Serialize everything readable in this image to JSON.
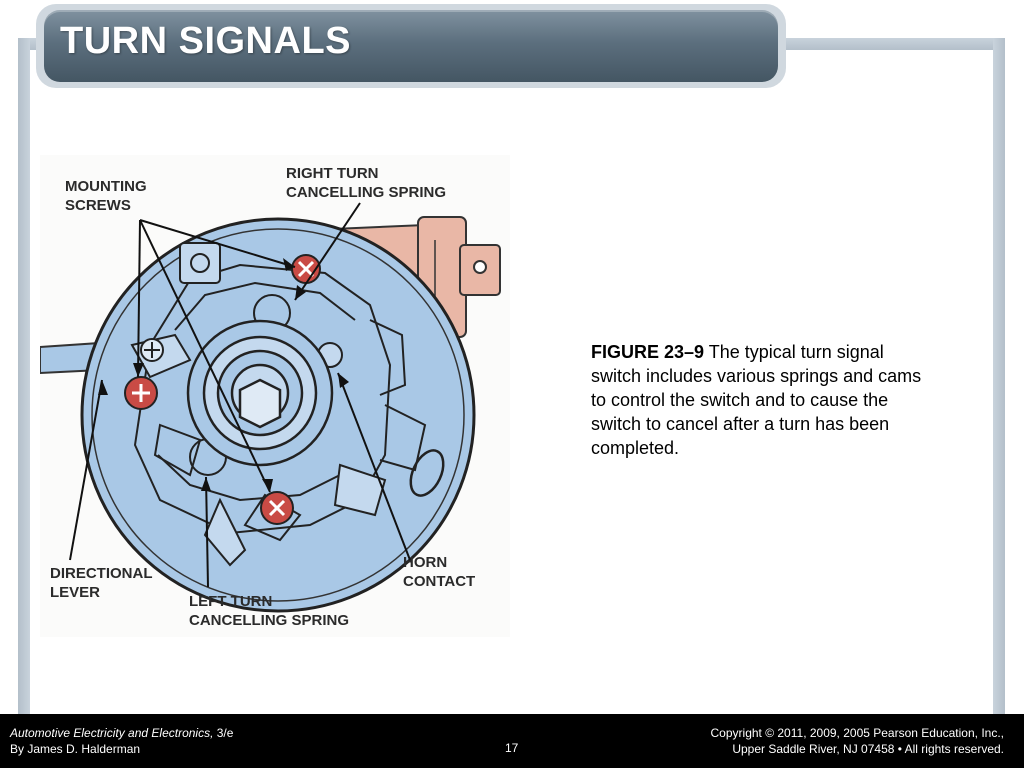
{
  "slide": {
    "title": "TURN SIGNALS"
  },
  "figure": {
    "labels": {
      "mounting_screws": "MOUNTING\nSCREWS",
      "right_turn_spring": "RIGHT TURN\nCANCELLING SPRING",
      "directional_lever": "DIRECTIONAL\nLEVER",
      "left_turn_spring": "LEFT TURN\nCANCELLING SPRING",
      "horn_contact": "HORN\nCONTACT"
    },
    "colors": {
      "plate": "#a9c8e6",
      "connector": "#e9b7a6",
      "screw": "#c94b45"
    }
  },
  "caption": {
    "figure_number": "FIGURE 23–9",
    "text": " The typical turn signal switch includes various springs and cams to control the switch and to cause the switch to cancel after a turn has been completed."
  },
  "footer": {
    "book_title": "Automotive Electricity and Electronics,",
    "edition": " 3/e",
    "author": "By James D. Halderman",
    "page_number": "17",
    "copyright_line1": "Copyright © 2011, 2009, 2005 Pearson Education, Inc.,",
    "copyright_line2": "Upper Saddle River, NJ 07458 • All rights reserved."
  }
}
